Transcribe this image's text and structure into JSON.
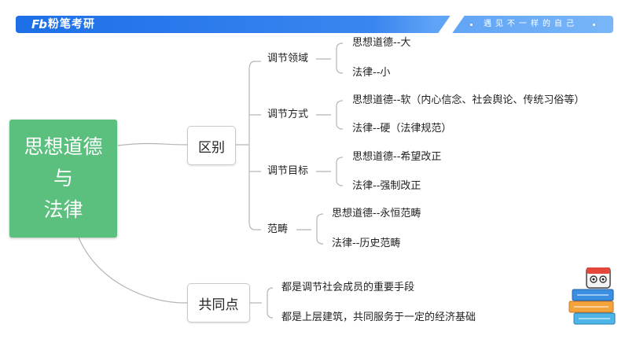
{
  "header": {
    "logo_mark": "Fb",
    "logo_text": "粉笔考研",
    "slogan": "遇见不一样的自己"
  },
  "mindmap": {
    "root": [
      "思想道德",
      "与",
      "法律"
    ],
    "difference": {
      "label": "区别",
      "groups": [
        {
          "label": "调节领域",
          "items": [
            "思想道德--大",
            "法律--小"
          ]
        },
        {
          "label": "调节方式",
          "items": [
            "思想道德--软（内心信念、社会舆论、传统习俗等）",
            "法律--硬（法律规范）"
          ]
        },
        {
          "label": "调节目标",
          "items": [
            "思想道德--希望改正",
            "法律--强制改正"
          ]
        },
        {
          "label": "范畴",
          "items": [
            "思想道德--永恒范畴",
            "法律--历史范畴"
          ]
        }
      ]
    },
    "common": {
      "label": "共同点",
      "items": [
        "都是调节社会成员的重要手段",
        "都是上层建筑，共同服务于一定的经济基础"
      ]
    }
  },
  "colors": {
    "root_fill": "#5bbf7e",
    "banner_blue": "#1d6fe8",
    "connector": "#b5b5b5"
  }
}
